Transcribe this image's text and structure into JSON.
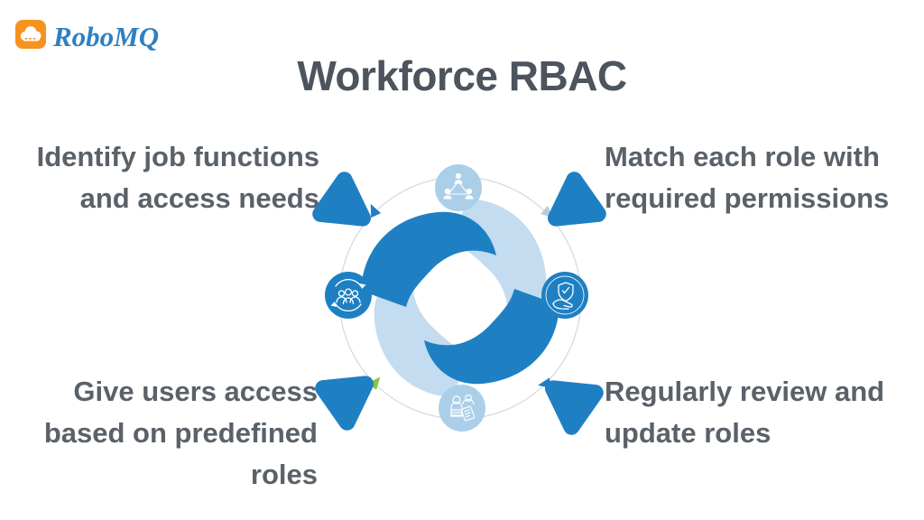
{
  "brand": {
    "name": "RoboMQ"
  },
  "title": "Workforce RBAC",
  "diagram": {
    "type": "cycle",
    "steps": [
      {
        "position": "top-left",
        "lines": [
          "Identify job functions",
          "and access needs"
        ]
      },
      {
        "position": "top-right",
        "lines": [
          "Match each role with",
          "required permissions"
        ]
      },
      {
        "position": "bottom-left",
        "lines": [
          "Give users access",
          "based on predefined",
          "roles"
        ]
      },
      {
        "position": "bottom-right",
        "lines": [
          "Regularly review and",
          "update roles"
        ]
      }
    ],
    "icons": [
      {
        "name": "org-hierarchy-icon",
        "position": "top"
      },
      {
        "name": "shield-check-hand-icon",
        "position": "right"
      },
      {
        "name": "people-checklist-icon",
        "position": "bottom"
      },
      {
        "name": "users-sync-icon",
        "position": "left"
      }
    ],
    "colors": {
      "primary_blue": "#1e80c3",
      "light_blue": "#c3dcf0",
      "icon_light_blue": "#abcfe9",
      "green_accent": "#8ac43e",
      "ring_gray": "#cfd9e2",
      "arrow_light": "#b5ccdd",
      "text_gray": "#5a6169",
      "title_gray": "#4d545e",
      "logo_orange": "#f6921e",
      "logo_blue": "#2e80c1"
    }
  }
}
